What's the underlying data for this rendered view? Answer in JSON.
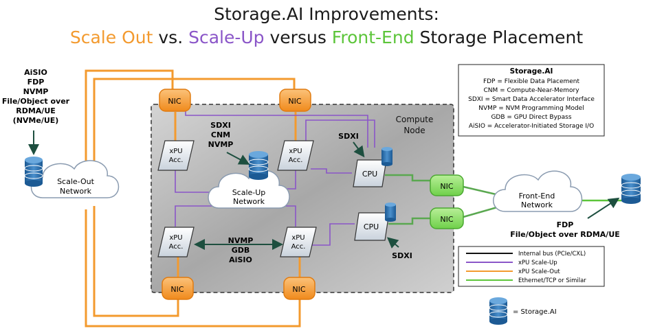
{
  "title": {
    "line1": "Storage.AI Improvements:",
    "scale_out": "Scale Out",
    "vs": " vs. ",
    "scale_up": "Scale-Up",
    "versus": " versus ",
    "front_end": "Front-End",
    "placement": " Storage Placement"
  },
  "colors": {
    "scale_out": "#f39a2e",
    "scale_up": "#8a55c8",
    "front_end": "#5cc53a",
    "internal_bus": "#111111",
    "ethernet": "#5aa850"
  },
  "left_stack": [
    "AiSIO",
    "FDP",
    "NVMP",
    "File/Object over",
    "RDMA/UE",
    "(NVMe/UE)"
  ],
  "clouds": {
    "scale_out": [
      "Scale-Out",
      "Network"
    ],
    "scale_up": [
      "Scale-Up",
      "Network"
    ],
    "front_end": [
      "Front-End",
      "Network"
    ]
  },
  "compute_node": [
    "Compute",
    "Node"
  ],
  "nic_label": "NIC",
  "xpu_label": [
    "xPU",
    "Acc."
  ],
  "cpu_label": "CPU",
  "labels": {
    "sdxi_cnm_nvmp": [
      "SDXI",
      "CNM",
      "NVMP"
    ],
    "sdxi_top": "SDXI",
    "sdxi_bottom": "SDXI",
    "nvmp_gdb_aisio": [
      "NVMP",
      "GDB",
      "AiSIO"
    ],
    "fdp_right": [
      "FDP",
      "File/Object over RDMA/UE"
    ]
  },
  "info_box": {
    "title": "Storage.AI",
    "lines": [
      "FDP = Flexible Data Placement",
      "CNM = Compute-Near-Memory",
      "SDXI = Smart Data Accelerator Interface",
      "NVMP = NVM Programming Model",
      "GDB = GPU Direct Bypass",
      "AiSIO = Accelerator-Initiated Storage I/O"
    ]
  },
  "legend": {
    "items": [
      {
        "label": "Internal bus (PCIe/CXL)",
        "color": "#111111"
      },
      {
        "label": "xPU Scale-Up",
        "color": "#8a55c8"
      },
      {
        "label": "xPU Scale-Out",
        "color": "#f39a2e"
      },
      {
        "label": "Ethernet/TCP or Similar",
        "color": "#5cc53a"
      }
    ],
    "storage_label": "= Storage.AI"
  }
}
